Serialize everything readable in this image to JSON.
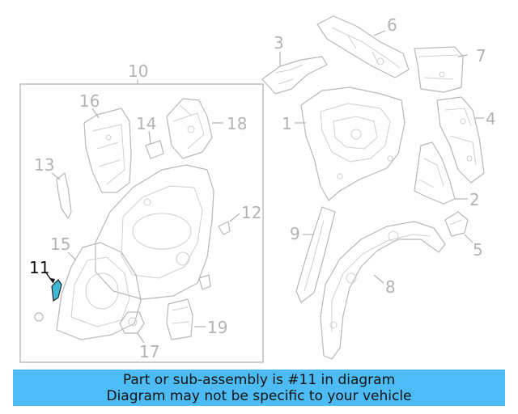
{
  "diagram": {
    "callouts": {
      "c1": "1",
      "c2": "2",
      "c3": "3",
      "c4": "4",
      "c5": "5",
      "c6": "6",
      "c7": "7",
      "c8": "8",
      "c9": "9",
      "c10": "10",
      "c11": "11",
      "c12": "12",
      "c13": "13",
      "c14": "14",
      "c15": "15",
      "c16": "16",
      "c17": "17",
      "c18": "18",
      "c19": "19"
    },
    "highlighted_part": "11",
    "highlight_color": "#3fb8d6"
  },
  "banner": {
    "line1": "Part or sub-assembly is #11 in diagram",
    "line2": "Diagram may not be specific to your vehicle",
    "color": "#4dbcf5"
  }
}
